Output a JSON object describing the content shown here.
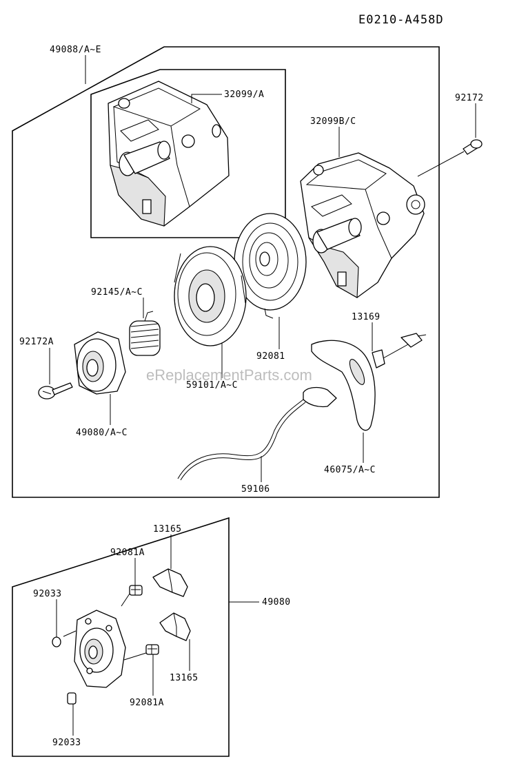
{
  "diagram_code": "E0210-A458D",
  "watermark": "eReplacementParts.com",
  "upper_assembly": {
    "assembly_label": "49088/A~E",
    "housing_a_label": "32099/A",
    "housing_b_label": "32099B/C",
    "screw_label": "92172",
    "spring_label": "92145/A~C",
    "bolt_label": "92172A",
    "rope_hook_label": "92081",
    "reel_label": "59101/A~C",
    "part_13169_label": "13169",
    "pulley_label": "49080/A~C",
    "handle_label": "46075/A~C",
    "rope_label": "59106"
  },
  "lower_assembly": {
    "assembly_label": "49080",
    "pawl_top_label": "13165",
    "spring_top_label": "92081A",
    "clip_top_label": "92033",
    "pawl_bottom_label": "13165",
    "spring_bottom_label": "92081A",
    "clip_bottom_label": "92033"
  }
}
